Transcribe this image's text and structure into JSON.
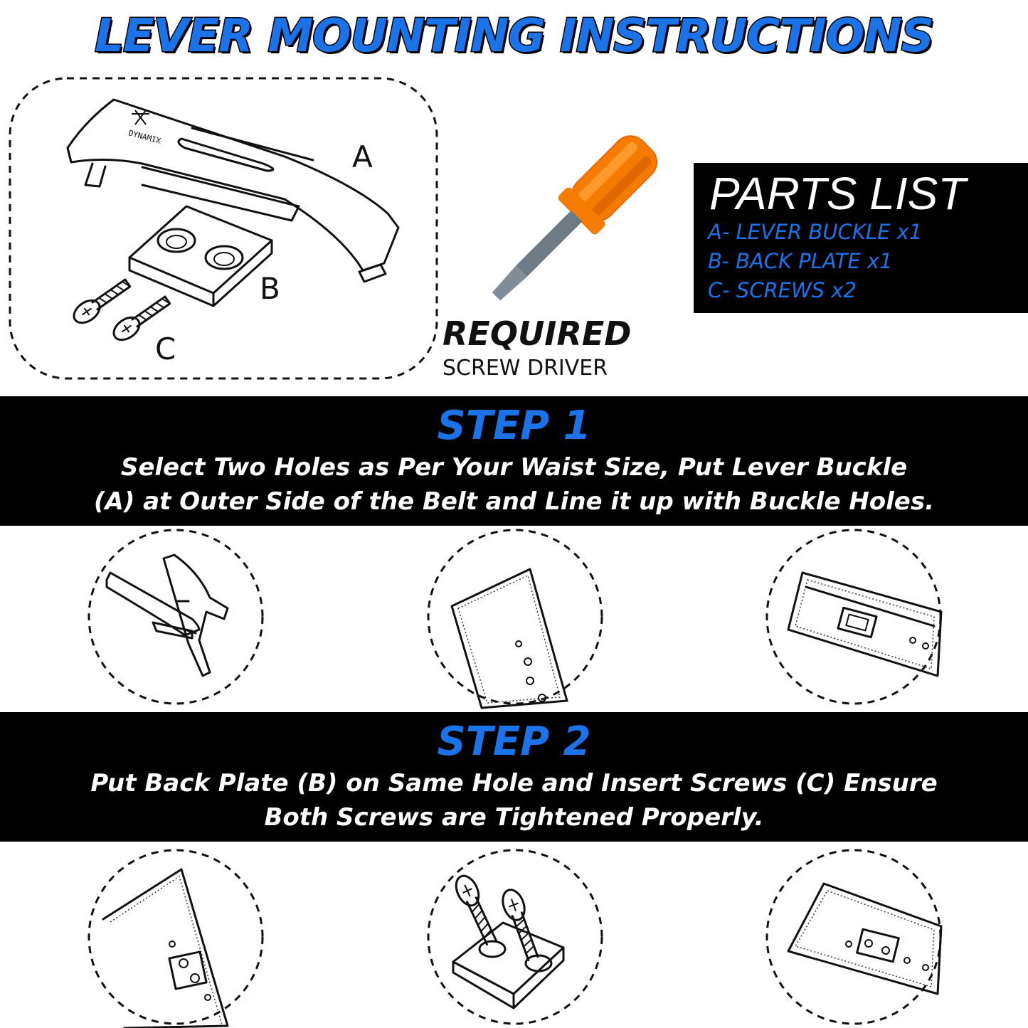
{
  "header": {
    "title": "LEVER MOUNTING INSTRUCTIONS"
  },
  "parts_list": {
    "title": "PARTS LIST",
    "items": [
      "A- LEVER BUCKLE x1",
      "B- BACK PLATE x1",
      "C- SCREWS x2"
    ]
  },
  "tool": {
    "required": "REQUIRED",
    "name": "SCREW DRIVER"
  },
  "diagram_labels": {
    "a": "A",
    "b": "B",
    "c": "C"
  },
  "logo_text": "DYNAMIX",
  "steps": [
    {
      "heading": "STEP 1",
      "line1": "Select Two Holes as Per Your Waist Size, Put Lever Buckle",
      "line2": "(A) at Outer Side of the Belt and Line it up with Buckle Holes."
    },
    {
      "heading": "STEP 2",
      "line1": "Put Back Plate (B) on Same Hole and Insert Screws (C) Ensure",
      "line2": "Both Screws are Tightened Properly."
    }
  ],
  "colors": {
    "accent_blue": "#1a73e8",
    "band": "#000000",
    "screwdriver_handle": "#f57c00",
    "screwdriver_shaft": "#6d7b85"
  }
}
